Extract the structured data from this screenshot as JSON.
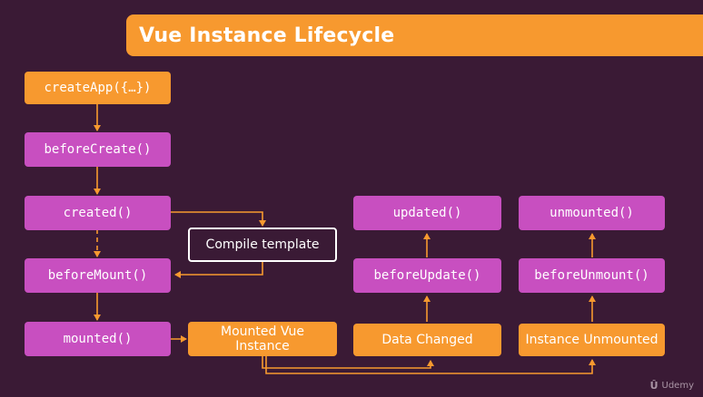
{
  "title": "Vue Instance Lifecycle",
  "nodes": {
    "create_app": "createApp({…})",
    "before_create": "beforeCreate()",
    "created": "created()",
    "compile_template": "Compile template",
    "before_mount": "beforeMount()",
    "mounted": "mounted()",
    "mounted_instance": "Mounted Vue Instance",
    "updated": "updated()",
    "before_update": "beforeUpdate()",
    "data_changed": "Data Changed",
    "unmounted": "unmounted()",
    "before_unmount": "beforeUnmount()",
    "instance_unmounted": "Instance Unmounted"
  },
  "watermark": {
    "brand": "Udemy",
    "icon": "udemy-logo-icon"
  },
  "colors": {
    "background": "#3a1a35",
    "accent_orange": "#f7992f",
    "hook_purple": "#c84fc0",
    "connector": "#f7992f"
  }
}
